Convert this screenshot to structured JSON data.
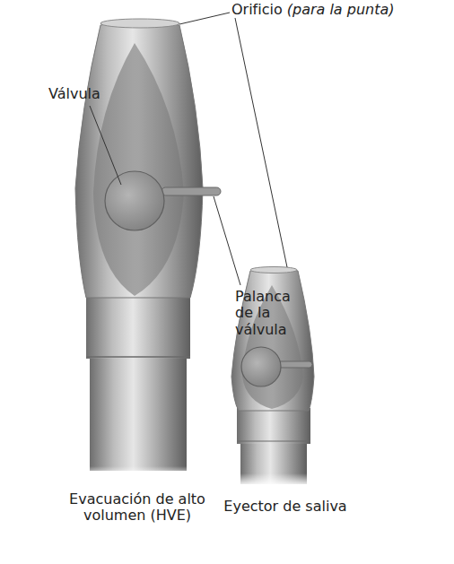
{
  "diagram": {
    "labels": [
      "Orificio",
      "(para la punta)",
      "Válvula",
      "Palanca de la válvula",
      "Evacuación de alto volumen (HVE)",
      "Eyector de saliva"
    ]
  }
}
